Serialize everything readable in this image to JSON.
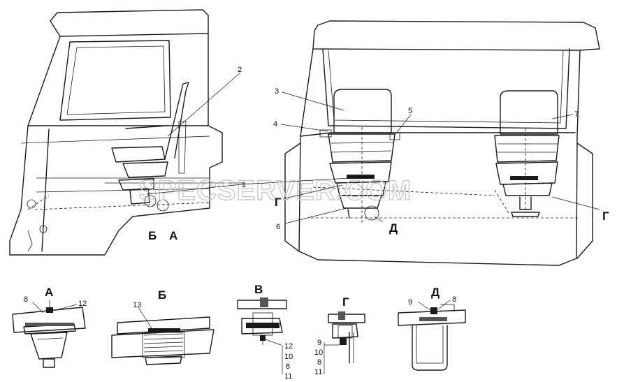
{
  "callouts": {
    "n1": "1",
    "n2": "2",
    "n3": "3",
    "n4": "4",
    "n5": "5",
    "n6": "6",
    "n7": "7",
    "g_left": "Г",
    "g_right": "Г",
    "d_main": "Д",
    "b_main": "Б",
    "a_main": "А"
  },
  "details": {
    "A": {
      "title": "А",
      "labels": [
        "8",
        "12"
      ]
    },
    "B": {
      "title": "Б",
      "labels": [
        "13"
      ]
    },
    "V": {
      "title": "В",
      "labels": [
        "12",
        "10",
        "8",
        "11"
      ]
    },
    "G": {
      "title": "Г",
      "labels": [
        "9",
        "10",
        "8",
        "11"
      ]
    },
    "D": {
      "title": "Д",
      "labels": [
        "9",
        "8"
      ]
    }
  },
  "watermark": "SPECSERVER.COM"
}
